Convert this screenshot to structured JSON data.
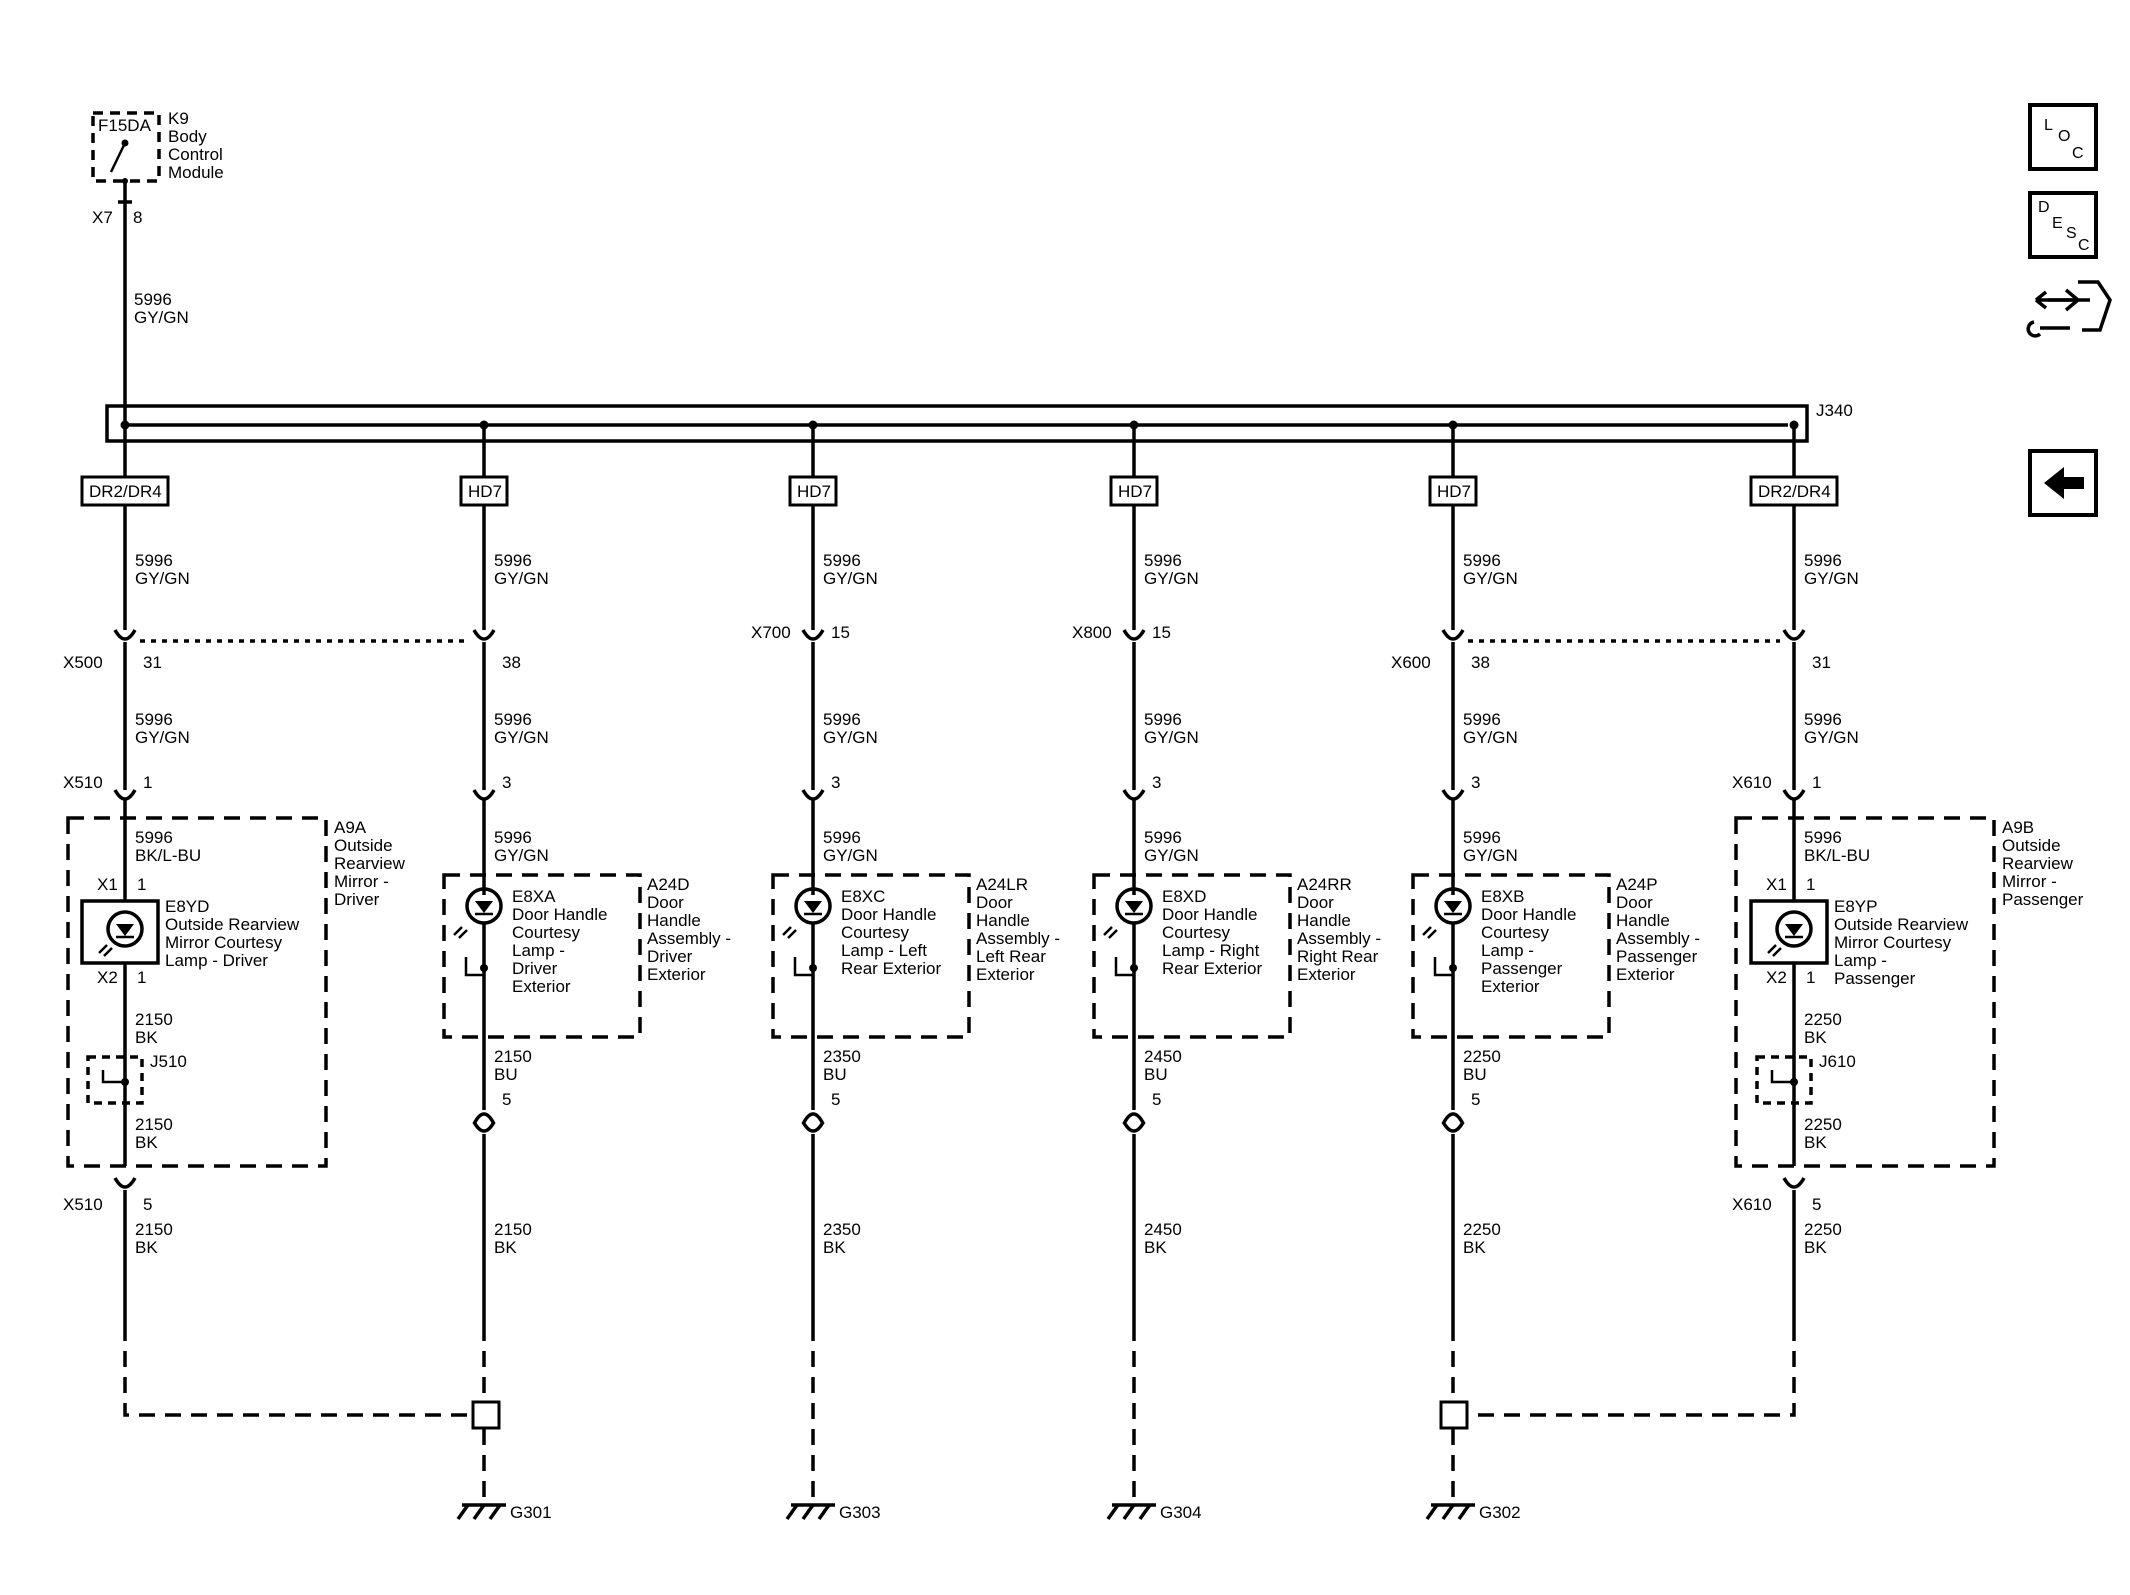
{
  "module": {
    "fuse": "F15DA",
    "name_lines": [
      "K9",
      "Body",
      "Control",
      "Module"
    ],
    "conn": "X7",
    "pin": "8"
  },
  "feed_wire": {
    "circuit": "5996",
    "color": "GY/GN"
  },
  "splice": "J340",
  "nav": {
    "loc": [
      "L",
      "O",
      "C"
    ],
    "desc": [
      "D",
      "E",
      "S",
      "C"
    ]
  },
  "branches": [
    {
      "inline": "DR2/DR4",
      "wire1": [
        "5996",
        "GY/GN"
      ],
      "conn1": "X500",
      "pin1": "31",
      "wire2": [
        "5996",
        "GY/GN"
      ],
      "conn2": "X510",
      "pin2": "1",
      "module_id": "A9A",
      "module_lines": [
        "Outside",
        "Rearview",
        "Mirror -",
        "Driver"
      ],
      "wire3": [
        "5996",
        "BK/L-BU"
      ],
      "lamp_top": "X1",
      "lamp_top_pin": "1",
      "lamp_id": "E8YD",
      "lamp_lines": [
        "Outside Rearview",
        "Mirror Courtesy",
        "Lamp - Driver"
      ],
      "lamp_bot": "X2",
      "lamp_bot_pin": "1",
      "wire4": [
        "2150",
        "BK"
      ],
      "inner_splice": "J510",
      "wire5": [
        "2150",
        "BK"
      ],
      "conn3": "X510",
      "pin3": "5",
      "wire6": [
        "2150",
        "BK"
      ]
    },
    {
      "inline": "HD7",
      "wire1": [
        "5996",
        "GY/GN"
      ],
      "pin1": "38",
      "wire2": [
        "5996",
        "GY/GN"
      ],
      "pin2": "3",
      "wire3": [
        "5996",
        "GY/GN"
      ],
      "lamp_id": "E8XA",
      "lamp_lines": [
        "Door Handle",
        "Courtesy",
        "Lamp -",
        "Driver",
        "Exterior"
      ],
      "module_id": "A24D",
      "module_lines": [
        "Door",
        "Handle",
        "Assembly -",
        "Driver",
        "Exterior"
      ],
      "wire4": [
        "2150",
        "BU"
      ],
      "pin3": "5",
      "wire6": [
        "2150",
        "BK"
      ],
      "ground": "G301"
    },
    {
      "inline": "HD7",
      "wire1": [
        "5996",
        "GY/GN"
      ],
      "conn1": "X700",
      "pin1": "15",
      "wire2": [
        "5996",
        "GY/GN"
      ],
      "pin2": "3",
      "wire3": [
        "5996",
        "GY/GN"
      ],
      "lamp_id": "E8XC",
      "lamp_lines": [
        "Door Handle",
        "Courtesy",
        "Lamp - Left",
        "Rear Exterior"
      ],
      "module_id": "A24LR",
      "module_lines": [
        "Door",
        "Handle",
        "Assembly -",
        "Left Rear",
        "Exterior"
      ],
      "wire4": [
        "2350",
        "BU"
      ],
      "pin3": "5",
      "wire6": [
        "2350",
        "BK"
      ],
      "ground": "G303"
    },
    {
      "inline": "HD7",
      "wire1": [
        "5996",
        "GY/GN"
      ],
      "conn1": "X800",
      "pin1": "15",
      "wire2": [
        "5996",
        "GY/GN"
      ],
      "pin2": "3",
      "wire3": [
        "5996",
        "GY/GN"
      ],
      "lamp_id": "E8XD",
      "lamp_lines": [
        "Door Handle",
        "Courtesy",
        "Lamp - Right",
        "Rear Exterior"
      ],
      "module_id": "A24RR",
      "module_lines": [
        "Door",
        "Handle",
        "Assembly -",
        "Right Rear",
        "Exterior"
      ],
      "wire4": [
        "2450",
        "BU"
      ],
      "pin3": "5",
      "wire6": [
        "2450",
        "BK"
      ],
      "ground": "G304"
    },
    {
      "inline": "HD7",
      "wire1": [
        "5996",
        "GY/GN"
      ],
      "conn1": "X600",
      "pin1": "38",
      "wire2": [
        "5996",
        "GY/GN"
      ],
      "pin2": "3",
      "wire3": [
        "5996",
        "GY/GN"
      ],
      "lamp_id": "E8XB",
      "lamp_lines": [
        "Door Handle",
        "Courtesy",
        "Lamp -",
        "Passenger",
        "Exterior"
      ],
      "module_id": "A24P",
      "module_lines": [
        "Door",
        "Handle",
        "Assembly -",
        "Passenger",
        "Exterior"
      ],
      "wire4": [
        "2250",
        "BU"
      ],
      "pin3": "5",
      "wire6": [
        "2250",
        "BK"
      ],
      "ground": "G302"
    },
    {
      "inline": "DR2/DR4",
      "wire1": [
        "5996",
        "GY/GN"
      ],
      "pin1": "31",
      "wire2": [
        "5996",
        "GY/GN"
      ],
      "conn2": "X610",
      "pin2": "1",
      "module_id": "A9B",
      "module_lines": [
        "Outside",
        "Rearview",
        "Mirror -",
        "Passenger"
      ],
      "wire3": [
        "5996",
        "BK/L-BU"
      ],
      "lamp_top": "X1",
      "lamp_top_pin": "1",
      "lamp_id": "E8YP",
      "lamp_lines": [
        "Outside Rearview",
        "Mirror Courtesy",
        "Lamp -",
        "Passenger"
      ],
      "lamp_bot": "X2",
      "lamp_bot_pin": "1",
      "wire4": [
        "2250",
        "BK"
      ],
      "inner_splice": "J610",
      "wire5": [
        "2250",
        "BK"
      ],
      "conn3": "X610",
      "pin3": "5",
      "wire6": [
        "2250",
        "BK"
      ]
    }
  ]
}
